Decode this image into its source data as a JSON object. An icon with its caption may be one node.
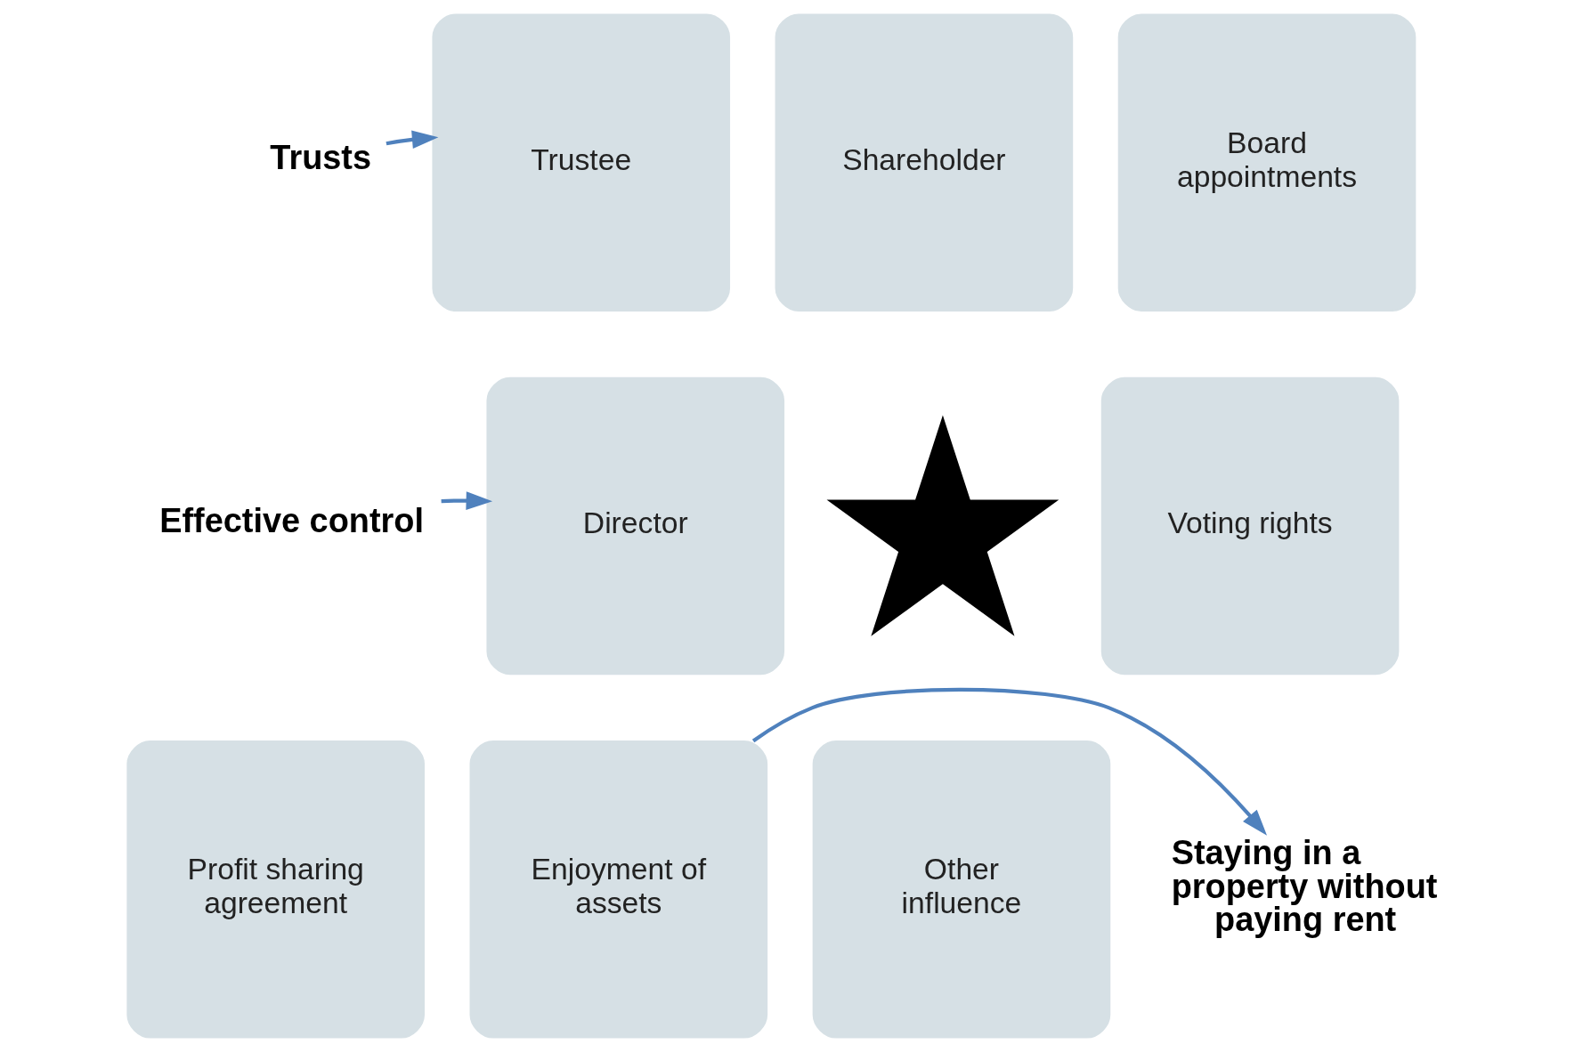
{
  "diagram": {
    "nodes": [
      {
        "text": [
          "Trusts"
        ]
      },
      {
        "text": [
          "Trustee"
        ]
      },
      {
        "text": [
          "Shareholder"
        ]
      },
      {
        "text": [
          "Board appointments"
        ]
      },
      {
        "text": [
          "Effective control"
        ]
      },
      {
        "text": [
          "Director"
        ]
      },
      {
        "text": [],
        "shape": "star"
      },
      {
        "text": [
          "Voting rights"
        ]
      },
      {
        "text": [
          "Profit sharing agreement"
        ]
      },
      {
        "text": [
          "Enjoyment of assets"
        ]
      },
      {
        "text": [
          "Other influence"
        ]
      },
      {
        "text": [
          "Staying in a property without paying rent"
        ]
      }
    ],
    "edges": [
      {
        "from": 0,
        "to": 1,
        "arrow": "to"
      },
      {
        "from": 4,
        "to": 5,
        "arrow": "to"
      },
      {
        "from": 9,
        "to": 11,
        "arrow": "to"
      }
    ]
  }
}
